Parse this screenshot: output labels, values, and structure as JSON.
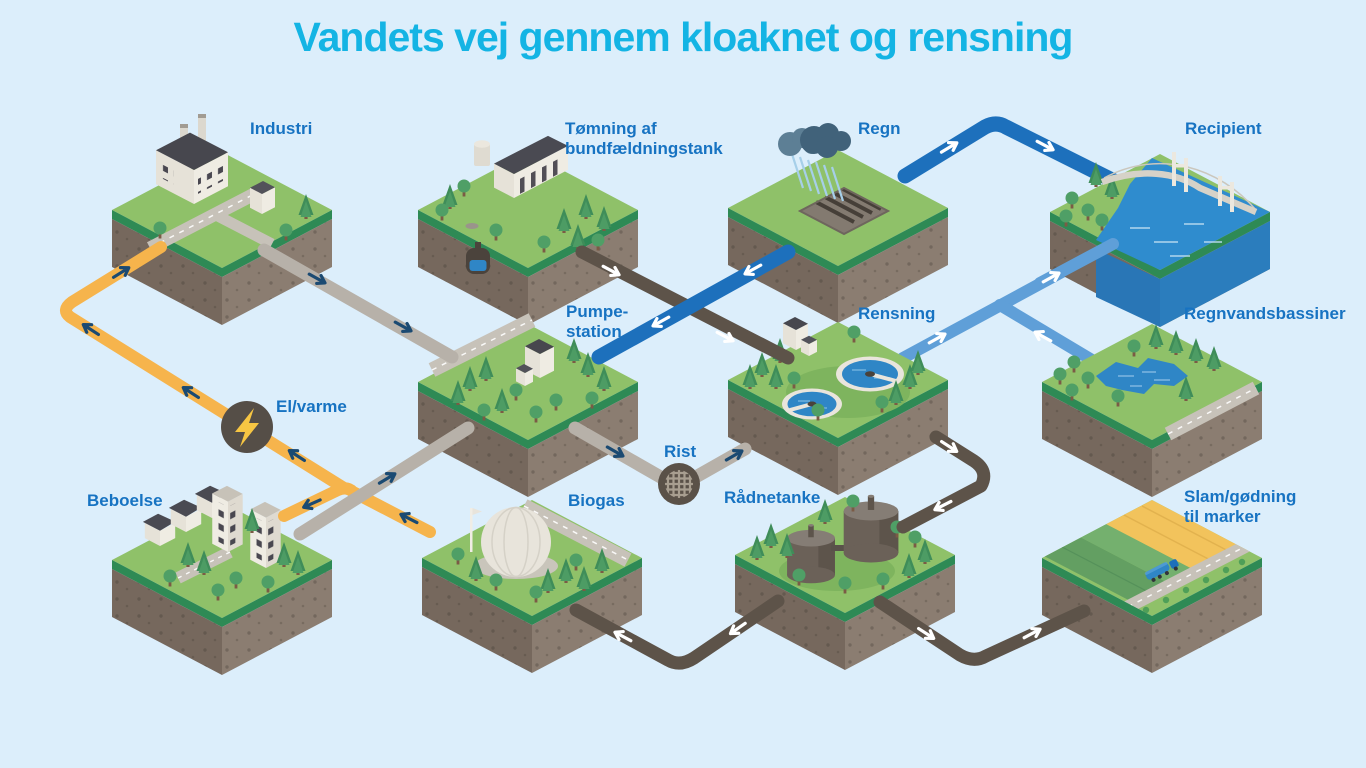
{
  "title": "Vandets vej gennem kloaknet og rensning",
  "nodes": {
    "industri": {
      "label": "Industri"
    },
    "toemning": {
      "label_line1": "Tømning af",
      "label_line2": "bundfældningstank"
    },
    "regn": {
      "label": "Regn"
    },
    "recipient": {
      "label": "Recipient"
    },
    "pumpestation": {
      "label_line1": "Pumpe-",
      "label_line2": "station"
    },
    "rensning": {
      "label": "Rensning"
    },
    "regnvandsbassiner": {
      "label": "Regnvandsbassiner"
    },
    "el_varme": {
      "label": "El/varme"
    },
    "beboelse": {
      "label": "Beboelse"
    },
    "biogas": {
      "label": "Biogas"
    },
    "rist": {
      "label": "Rist"
    },
    "raadnetanke": {
      "label": "Rådnetanke"
    },
    "slam": {
      "label_line1": "Slam/gødning",
      "label_line2": "til marker"
    }
  },
  "colors": {
    "background": "#dceefb",
    "title_text": "#14b4e4",
    "label_text": "#1773c2",
    "grass": "#8fc169",
    "soil": "#76685d",
    "water": "#2f8cce",
    "pipe_wastewater_gray": "#b7b1a9",
    "pipe_sludge_dark": "#5d5349",
    "pipe_rainwater_blue": "#1d70bc",
    "pipe_treated_lightblue": "#5f9fd8",
    "pipe_energy_yellow": "#f6b44c",
    "arrow_navy": "#1b4a72",
    "arrow_white": "#ffffff",
    "lightning_yellow": "#f7c643"
  }
}
